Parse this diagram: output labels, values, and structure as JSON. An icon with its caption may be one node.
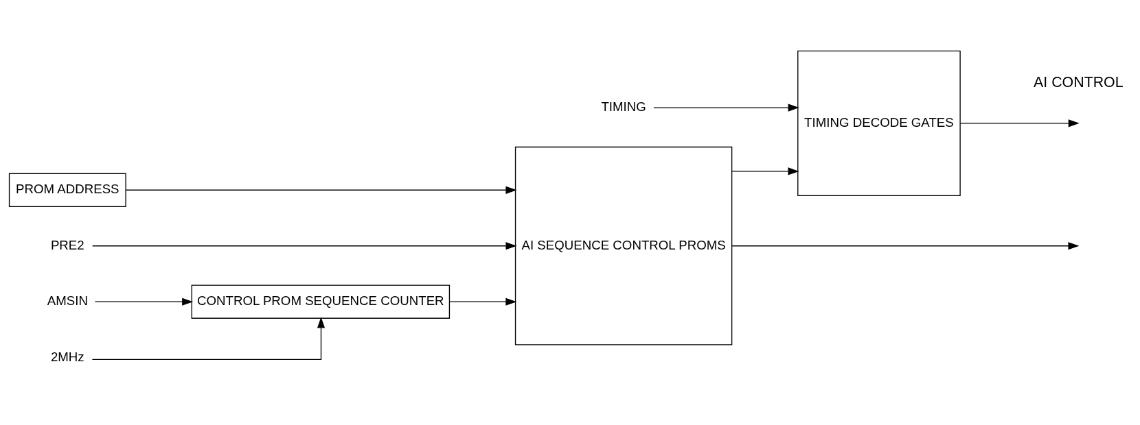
{
  "diagram": {
    "nodes": [
      {
        "text": [
          "CONTROL PROM SEQUENCE COUNTER"
        ]
      },
      {
        "text": [
          "AI SEQUENCE CONTROL PROMS"
        ]
      },
      {
        "text": [
          "TIMING DECODE GATES"
        ]
      },
      {
        "text": [
          "AMSIN"
        ]
      },
      {
        "text": [
          "2MHz"
        ]
      },
      {
        "text": [
          "PROM ADDRESS"
        ]
      },
      {
        "text": [
          "PRE2"
        ]
      },
      {
        "text": [
          "TIMING"
        ]
      }
    ],
    "edges": [
      {
        "from": 3,
        "to": 0,
        "arrow": "to"
      },
      {
        "from": 4,
        "to": 0,
        "arrow": "to"
      },
      {
        "from": 0,
        "to": 1,
        "arrow": "to"
      },
      {
        "from": 5,
        "to": 1,
        "arrow": "to"
      },
      {
        "from": 6,
        "to": 1,
        "arrow": "to"
      },
      {
        "from": 1,
        "to": 2,
        "arrow": "to"
      },
      {
        "from": 7,
        "to": 2,
        "arrow": "to"
      },
      {
        "from": 2,
        "to": null,
        "arrow": "to"
      },
      {
        "from": 1,
        "to": null,
        "arrow": "to"
      }
    ],
    "labels": [
      "AI CONTROL"
    ]
  }
}
